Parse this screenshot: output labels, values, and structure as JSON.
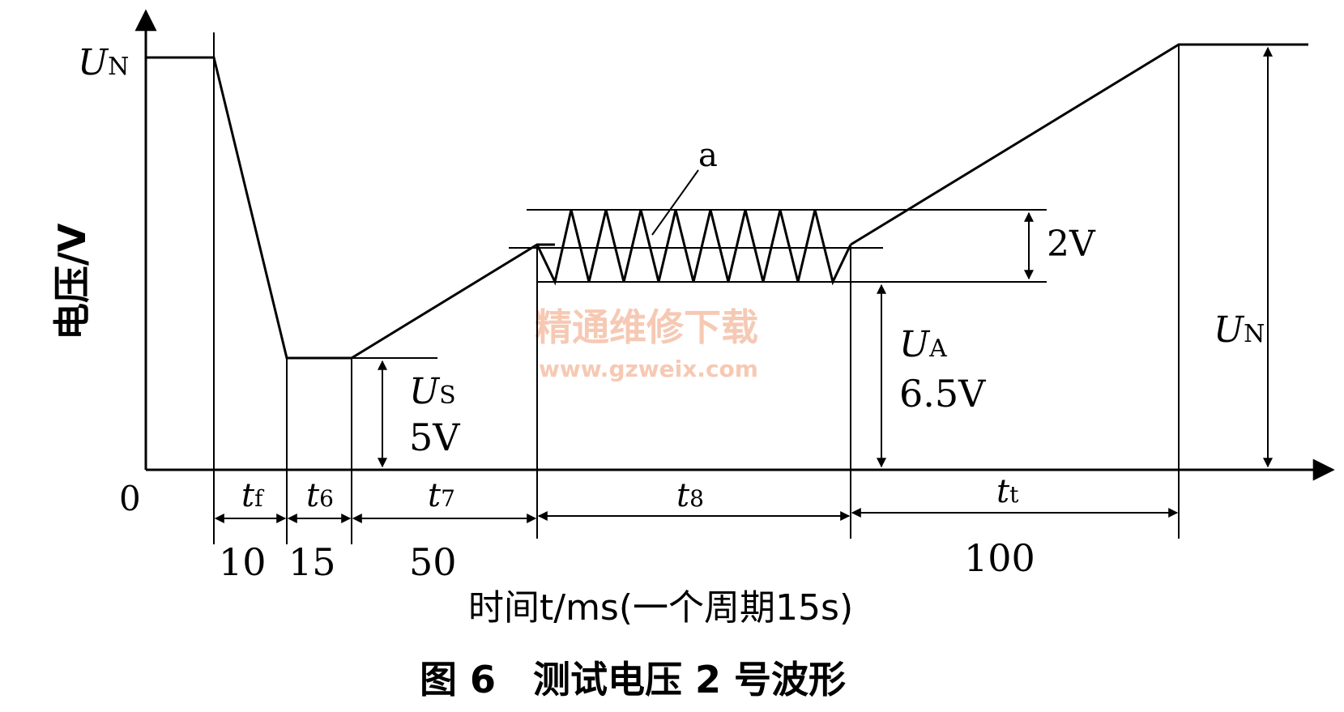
{
  "diagram": {
    "origin_label": "0",
    "y_axis_label": "电压/V",
    "x_axis_label": "时间t/ms(一个周期15s)",
    "caption": "图 6　测试电压 2 号波形",
    "un_label_left": {
      "main": "U",
      "sub": "N"
    },
    "un_label_right": {
      "main": "U",
      "sub": "N"
    },
    "us_label": {
      "main": "U",
      "sub": "S",
      "value": "5V"
    },
    "ua_label": {
      "main": "U",
      "sub": "A",
      "value": "6.5V"
    },
    "ripple_label": "2V",
    "annotation_a": "a",
    "segments": [
      {
        "main": "t",
        "sub": "f",
        "duration": "10"
      },
      {
        "main": "t",
        "sub": "6",
        "duration": "15"
      },
      {
        "main": "t",
        "sub": "7",
        "duration": "50"
      },
      {
        "main": "t",
        "sub": "8",
        "duration": ""
      },
      {
        "main": "t",
        "sub": "t",
        "duration": "100"
      }
    ],
    "watermark": {
      "cn": "精通维修下载",
      "en": "www.gzweix.com"
    }
  }
}
